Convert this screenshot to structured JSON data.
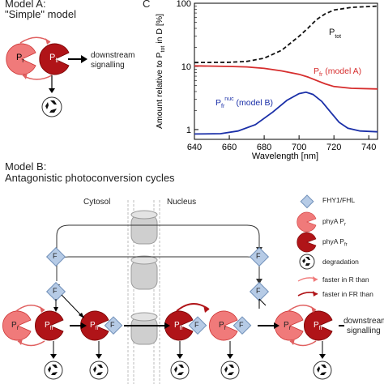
{
  "model_a": {
    "title": "Model A:",
    "subtitle": "\"Simple\" model",
    "pr": "P",
    "pr_sub": "r",
    "pfr": "P",
    "pfr_sub": "fr",
    "downstream_line1": "downstream",
    "downstream_line2": "signalling"
  },
  "panel_c": {
    "letter": "C",
    "chart_data": {
      "type": "line",
      "xlabel": "Wavelength [nm]",
      "ylabel": "Amount relative to P_tot in D [%]",
      "yscale": "log",
      "xlim": [
        640,
        745
      ],
      "ylim": [
        0.7,
        100
      ],
      "x_ticks": [
        640,
        660,
        680,
        700,
        720,
        740
      ],
      "y_ticks": [
        1,
        10,
        100
      ],
      "series": [
        {
          "name": "Ptot",
          "color": "#111111",
          "style": "dashed",
          "points": [
            [
              640,
              11.5
            ],
            [
              660,
              11.6
            ],
            [
              670,
              12
            ],
            [
              680,
              13.5
            ],
            [
              690,
              18
            ],
            [
              700,
              30
            ],
            [
              705,
              40
            ],
            [
              710,
              55
            ],
            [
              715,
              68
            ],
            [
              720,
              78
            ],
            [
              730,
              86
            ],
            [
              745,
              90
            ]
          ]
        },
        {
          "name": "Pfr (model A)",
          "color": "#d62d2d",
          "style": "solid",
          "points": [
            [
              640,
              10.2
            ],
            [
              660,
              10
            ],
            [
              670,
              9.8
            ],
            [
              680,
              9.3
            ],
            [
              690,
              8.5
            ],
            [
              700,
              7.5
            ],
            [
              705,
              6.8
            ],
            [
              710,
              6
            ],
            [
              715,
              5.3
            ],
            [
              720,
              4.8
            ],
            [
              730,
              4.5
            ],
            [
              745,
              4.4
            ]
          ]
        },
        {
          "name": "Pfr nuc (model B)",
          "color": "#1a2fa8",
          "style": "solid",
          "points": [
            [
              640,
              0.85
            ],
            [
              655,
              0.86
            ],
            [
              665,
              0.95
            ],
            [
              675,
              1.2
            ],
            [
              685,
              1.9
            ],
            [
              693,
              2.9
            ],
            [
              700,
              3.7
            ],
            [
              704,
              3.9
            ],
            [
              708,
              3.6
            ],
            [
              713,
              2.8
            ],
            [
              718,
              1.9
            ],
            [
              723,
              1.3
            ],
            [
              728,
              1.05
            ],
            [
              735,
              0.95
            ],
            [
              745,
              0.92
            ]
          ]
        }
      ],
      "labels": {
        "ptot_main": "P",
        "ptot_sub": "tot",
        "pfr_main": "P",
        "pfr_sub": "fr",
        "pfr_suffix": " (model A)",
        "nuc_main": "P",
        "nuc_sub": "fr",
        "nuc_sup": "nuc",
        "nuc_suffix": " (model B)"
      }
    }
  },
  "model_b": {
    "title": "Model B:",
    "subtitle": "Antagonistic photoconversion cycles",
    "cytosol": "Cytosol",
    "nucleus": "Nucleus",
    "f": "F",
    "downstream_line1": "downstream",
    "downstream_line2": "signalling"
  },
  "legend": {
    "fhy": "FHY1/FHL",
    "phya_pr": "phyA P",
    "phya_pr_sub": "r",
    "phya_pfr": "phyA P",
    "phya_pfr_sub": "fr",
    "degradation": "degradation",
    "faster_r": "faster in R than",
    "faster_fr": "faster in FR than"
  },
  "colors": {
    "light_red": "#f07a7a",
    "dark_red": "#b01418",
    "blue_diamond": "#b6cbe6",
    "ptot": "#111111",
    "pfr_a": "#d62d2d",
    "nuc_b": "#1a2fa8"
  }
}
